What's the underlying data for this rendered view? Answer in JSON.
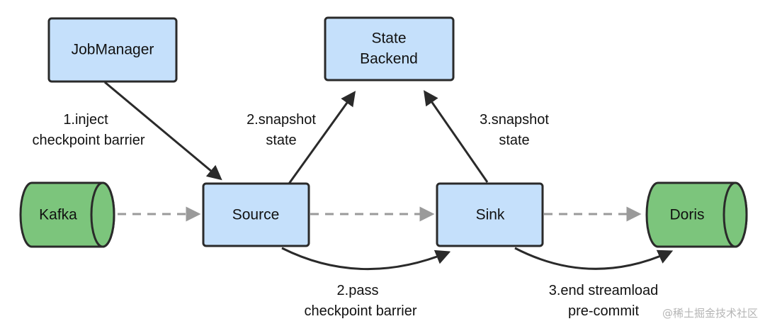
{
  "nodes": {
    "jobmanager": {
      "label": "JobManager"
    },
    "state_backend": {
      "line1": "State",
      "line2": "Backend"
    },
    "source": {
      "label": "Source"
    },
    "sink": {
      "label": "Sink"
    },
    "kafka": {
      "label": "Kafka"
    },
    "doris": {
      "label": "Doris"
    }
  },
  "edges": {
    "inject": {
      "line1": "1.inject",
      "line2": "checkpoint barrier"
    },
    "snapshot_source": {
      "line1": "2.snapshot",
      "line2": "state"
    },
    "snapshot_sink": {
      "line1": "3.snapshot",
      "line2": "state"
    },
    "pass": {
      "line1": "2.pass",
      "line2": "checkpoint barrier"
    },
    "end": {
      "line1": "3.end streamload",
      "line2": "pre-commit"
    }
  },
  "watermark": "@稀土掘金技术社区",
  "colors": {
    "box_fill": "#c5e0fb",
    "cylinder_fill": "#7cc57c",
    "stroke": "#2a2a2a",
    "dashed": "#9a9a9a"
  }
}
